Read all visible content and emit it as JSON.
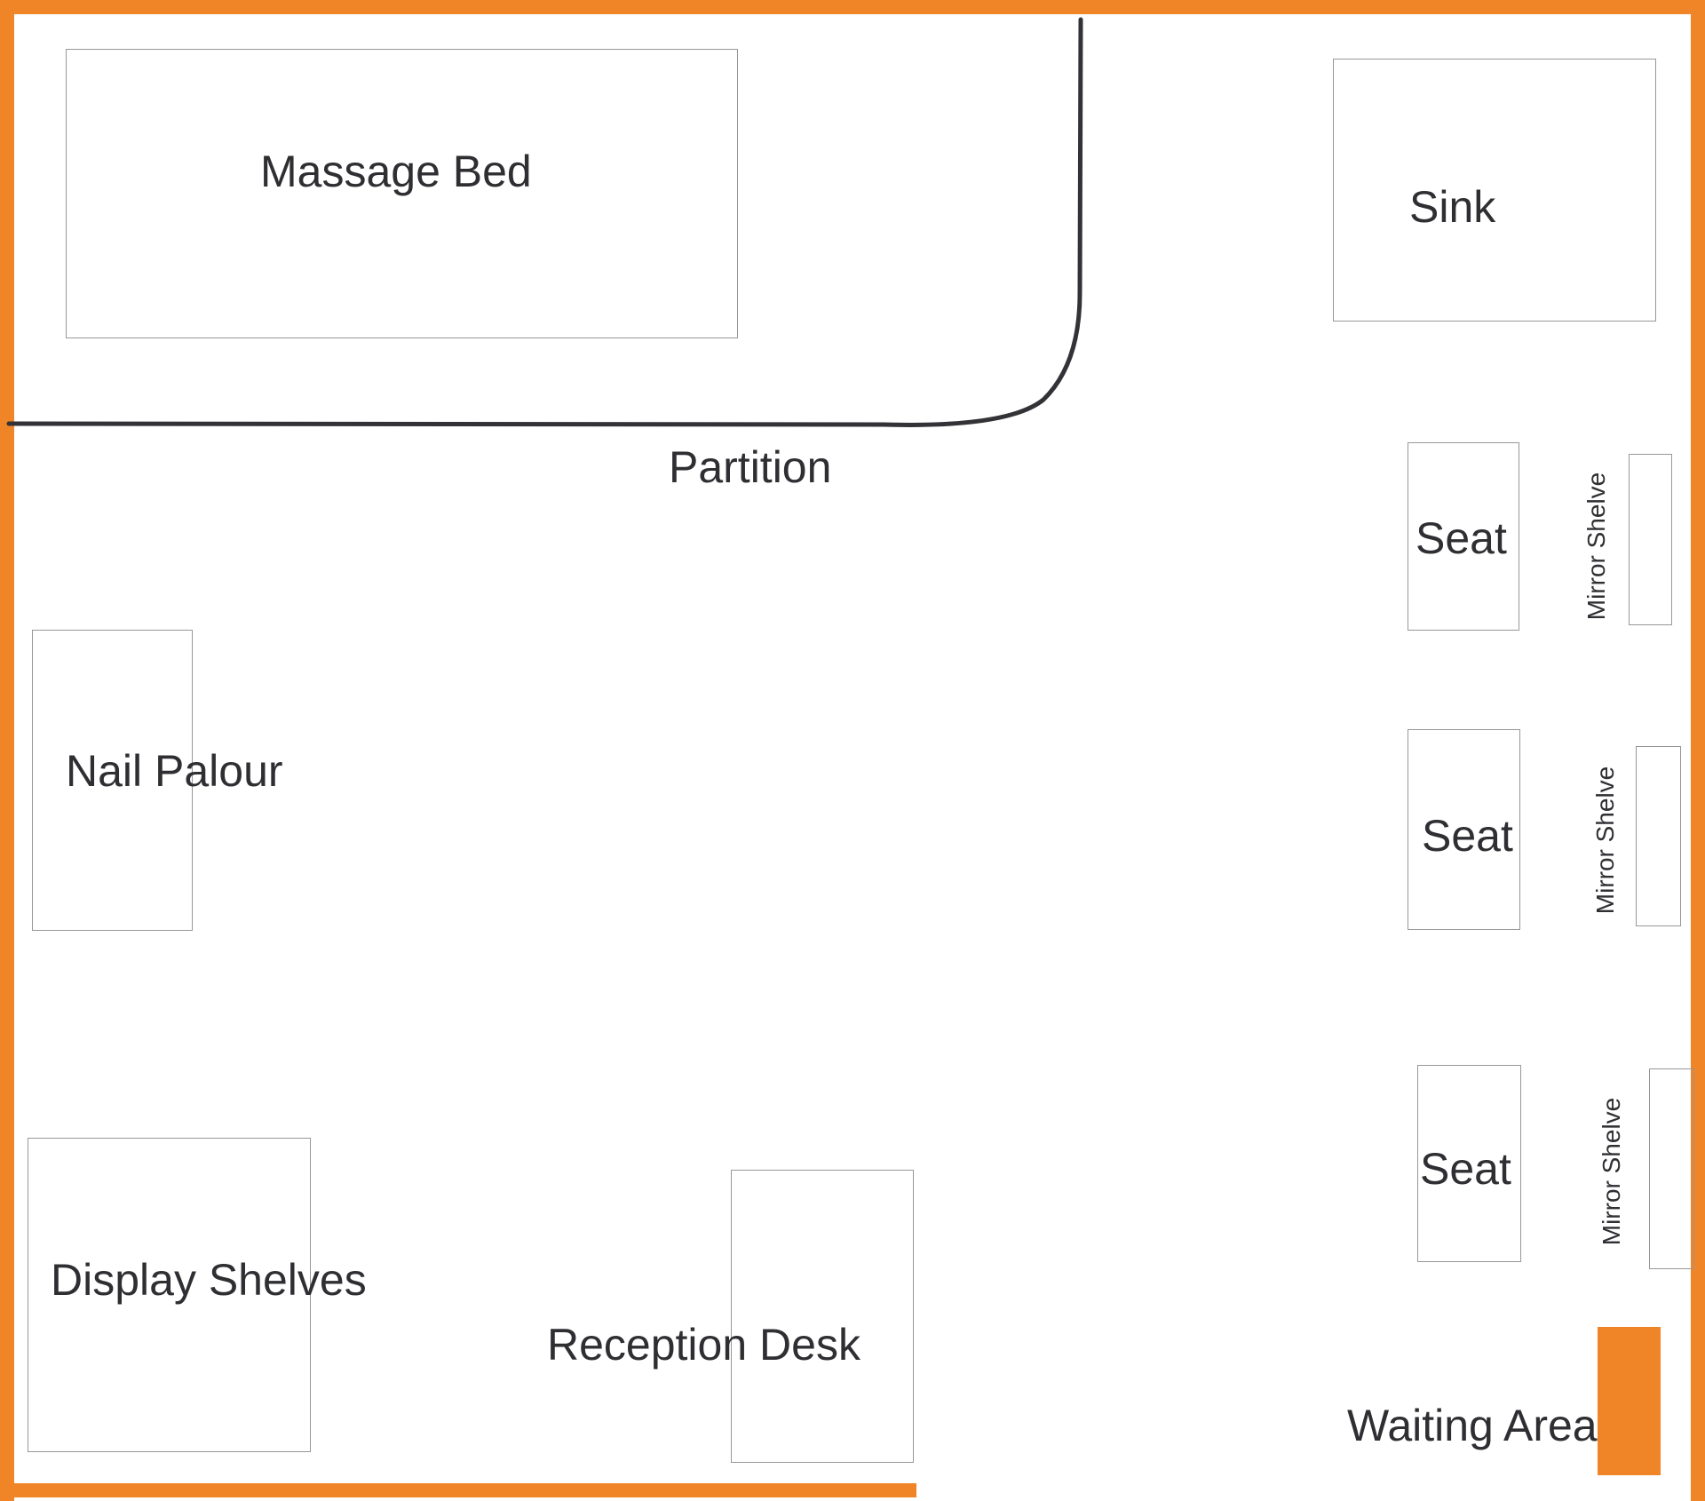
{
  "colors": {
    "wall": "#f08527",
    "partition": "#333236",
    "text": "#2f2f33",
    "outline": "#9a9696"
  },
  "massage_bed": {
    "label": "Massage Bed"
  },
  "sink": {
    "label": "Sink"
  },
  "partition": {
    "label": "Partition"
  },
  "nail_palour": {
    "label": "Nail Palour"
  },
  "display_shelves": {
    "label": "Display Shelves"
  },
  "reception_desk": {
    "label": "Reception Desk"
  },
  "waiting_area": {
    "label": "Waiting Area"
  },
  "seats": [
    {
      "label": "Seat"
    },
    {
      "label": "Seat"
    },
    {
      "label": "Seat"
    }
  ],
  "mirror_shelves": [
    {
      "label": "Mirror Shelve"
    },
    {
      "label": "Mirror Shelve"
    },
    {
      "label": "Mirror Shelve"
    }
  ]
}
